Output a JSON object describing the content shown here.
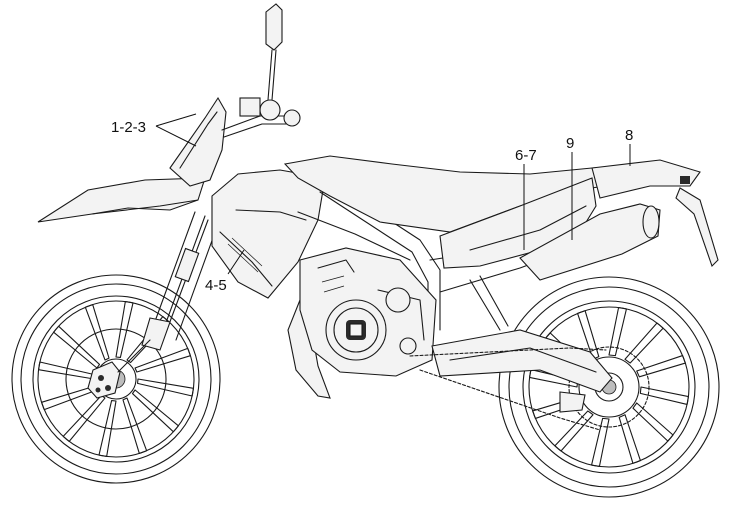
{
  "diagram": {
    "labels": [
      {
        "id": "decal-1-2-3",
        "text": "1-2-3"
      },
      {
        "id": "decal-4-5",
        "text": "4-5"
      },
      {
        "id": "decal-6-7",
        "text": "6-7"
      },
      {
        "id": "decal-9",
        "text": "9"
      },
      {
        "id": "decal-8",
        "text": "8"
      }
    ]
  }
}
